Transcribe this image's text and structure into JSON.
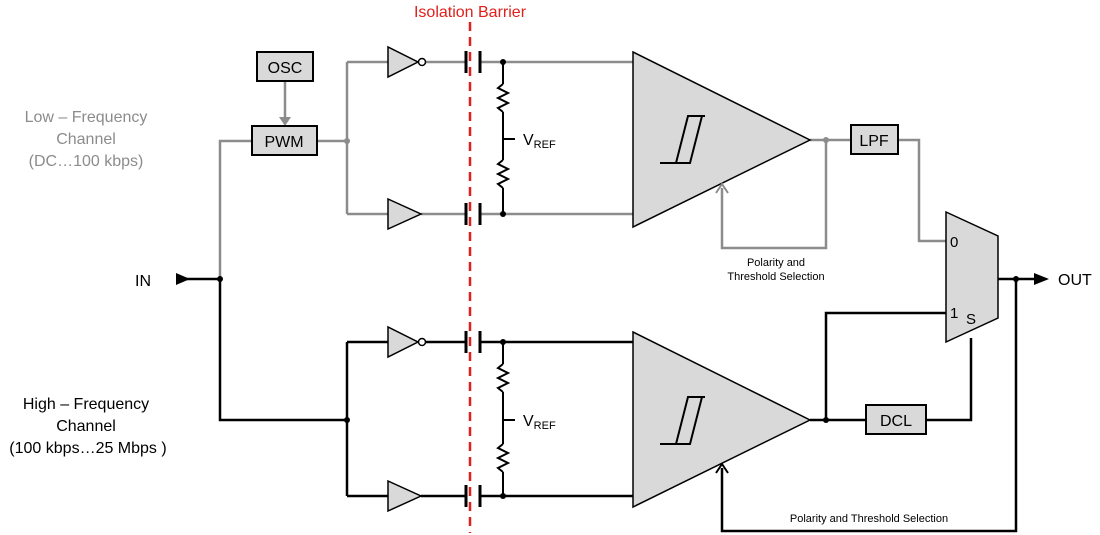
{
  "barrier_label": "Isolation Barrier",
  "input": "IN",
  "output": "OUT",
  "low_channel": {
    "line1": "Low – Frequency",
    "line2": "Channel",
    "line3": "(DC…100 kbps)"
  },
  "high_channel": {
    "line1": "High – Frequency",
    "line2": "Channel",
    "line3": "(100 kbps…25 Mbps )"
  },
  "blocks": {
    "osc": "OSC",
    "pwm": "PWM",
    "lpf": "LPF",
    "dcl": "DCL"
  },
  "vref": {
    "main": "V",
    "sub": "REF"
  },
  "mux": {
    "in0": "0",
    "in1": "1",
    "sel": "S"
  },
  "feedback_low": {
    "line1": "Polarity and",
    "line2": "Threshold Selection"
  },
  "feedback_high": "Polarity and Threshold Selection",
  "colors": {
    "low_path": "#8c8c8c",
    "high_path": "#000000",
    "barrier": "#e0201c",
    "block_fill": "#d9d9d9",
    "low_text": "#8c8c8c"
  }
}
